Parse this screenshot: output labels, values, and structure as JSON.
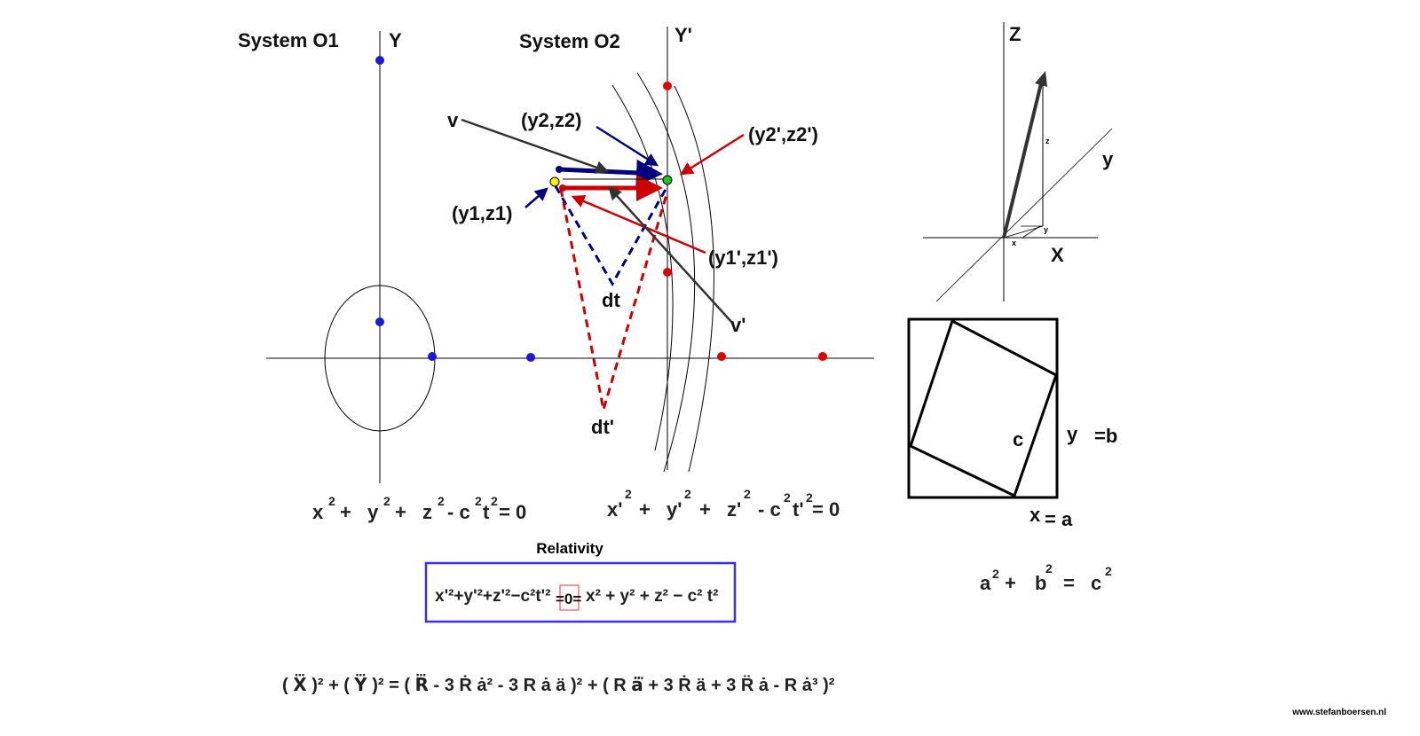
{
  "titles": {
    "o1": "System O1",
    "o1_axis": "Y",
    "o2": "System O2",
    "o2_axis": "Y'"
  },
  "labels": {
    "v": "v",
    "y2z2": "(y2,z2)",
    "y2z2p": "(y2',z2')",
    "y1z1": "(y1,z1)",
    "y1z1p": "(y1',z1')",
    "dt": "dt",
    "dtp": "dt'",
    "vp": "v'"
  },
  "axes3d": {
    "z": "Z",
    "y": "y",
    "x": "X",
    "z_small": "z",
    "y_small": "y",
    "x_small": "x"
  },
  "square": {
    "c": "c",
    "y": "y",
    "b": "=b",
    "x": "x",
    "a": "= a"
  },
  "eq_o1": {
    "x": "x",
    "p1": "+",
    "y": "y",
    "p2": "+",
    "z": "z",
    "m": "- c",
    "t": "t",
    "rest": "= 0",
    "sq": "2"
  },
  "eq_o2": {
    "x": "x'",
    "p1": "+",
    "y": "y'",
    "p2": "+",
    "z": "z'",
    "m": "- c",
    "t": "t'",
    "rest": "= 0",
    "sq": "2"
  },
  "pythagoras": {
    "a": "a",
    "p": "+",
    "b": "b",
    "eq": "=",
    "c": "c",
    "sq": "2"
  },
  "relativity": {
    "title": "Relativity",
    "left": "x'²+y'²+z'²−c²t'²",
    "middle": "=0=",
    "right": "x² + y²  +  z²  −  c² t²"
  },
  "bottom_eq": "( X⃛ )² + ( Y⃛ )²   =   ( R⃛ - 3 Ṙ ȧ² - 3 R ȧ ä )²    + ( R ä⃛ + 3 Ṙ ä + 3 R̈ ȧ - R ȧ³ )²",
  "watermark": "www.stefanboersen.nl",
  "colors": {
    "blue": "#00007f",
    "red": "#cc0000",
    "dotblue": "#1a1ad9",
    "dotred": "#e00000",
    "box": "#3a2cf0"
  }
}
